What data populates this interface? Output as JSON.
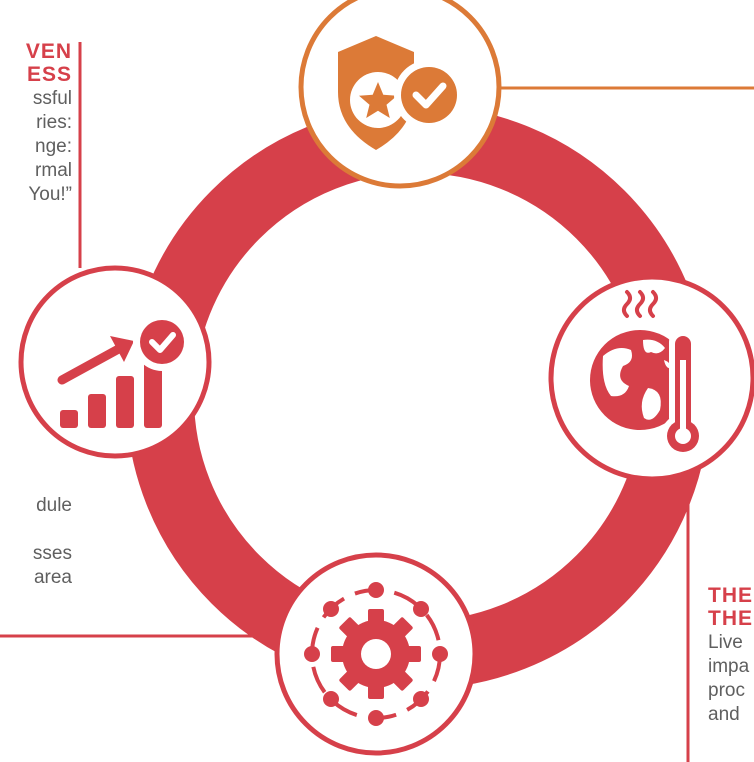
{
  "colors": {
    "ring": "#d6404a",
    "accent_orange": "#dc7a37",
    "heading_red": "#d6404a",
    "body_gray": "#5f5f5f"
  },
  "top_left_block": {
    "heading_lines": [
      "VEN",
      "ESS"
    ],
    "body_lines": [
      "ssful",
      "ries:",
      "nge:",
      "rmal",
      "You!”"
    ]
  },
  "mid_left_block": {
    "body_lines": [
      "dule",
      "sses",
      "area"
    ]
  },
  "bottom_right_block": {
    "heading_lines": [
      "THE",
      "THE"
    ],
    "body_lines": [
      "Live",
      "impa",
      "proc",
      "and"
    ]
  },
  "nodes": [
    {
      "name": "top",
      "icon": "shield-star-check-icon"
    },
    {
      "name": "right",
      "icon": "earth-thermometer-heat-icon"
    },
    {
      "name": "bottom",
      "icon": "gear-network-icon"
    },
    {
      "name": "left",
      "icon": "growth-chart-check-icon"
    }
  ]
}
